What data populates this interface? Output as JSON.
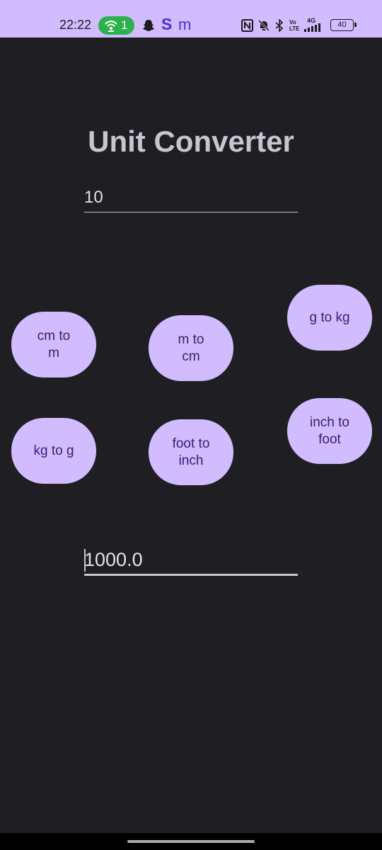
{
  "status_bar": {
    "time": "22:22",
    "hotspot_count": "1",
    "battery_level": "40",
    "network_label": "4G",
    "volte_label": "Vo LTE",
    "icons": [
      "hotspot-icon",
      "snapchat-icon",
      "s-app-icon",
      "m-app-icon",
      "nfc-icon",
      "bell-muted-icon",
      "bluetooth-icon",
      "volte-icon",
      "signal-icon",
      "battery-icon"
    ],
    "s_glyph": "S",
    "m_glyph": "m"
  },
  "app": {
    "title": "Unit Converter",
    "input_value": "10",
    "output_value": "1000.0"
  },
  "buttons": {
    "cm_to_m": "cm to m",
    "m_to_cm": "m to cm",
    "g_to_kg": "g to kg",
    "kg_to_g": "kg to g",
    "foot_to_inch": "foot to inch",
    "inch_to_foot": "inch to foot"
  },
  "colors": {
    "accent": "#d0bcff",
    "background": "#1f1e23",
    "button_text": "#381e72",
    "title_text": "#cac4d0"
  }
}
